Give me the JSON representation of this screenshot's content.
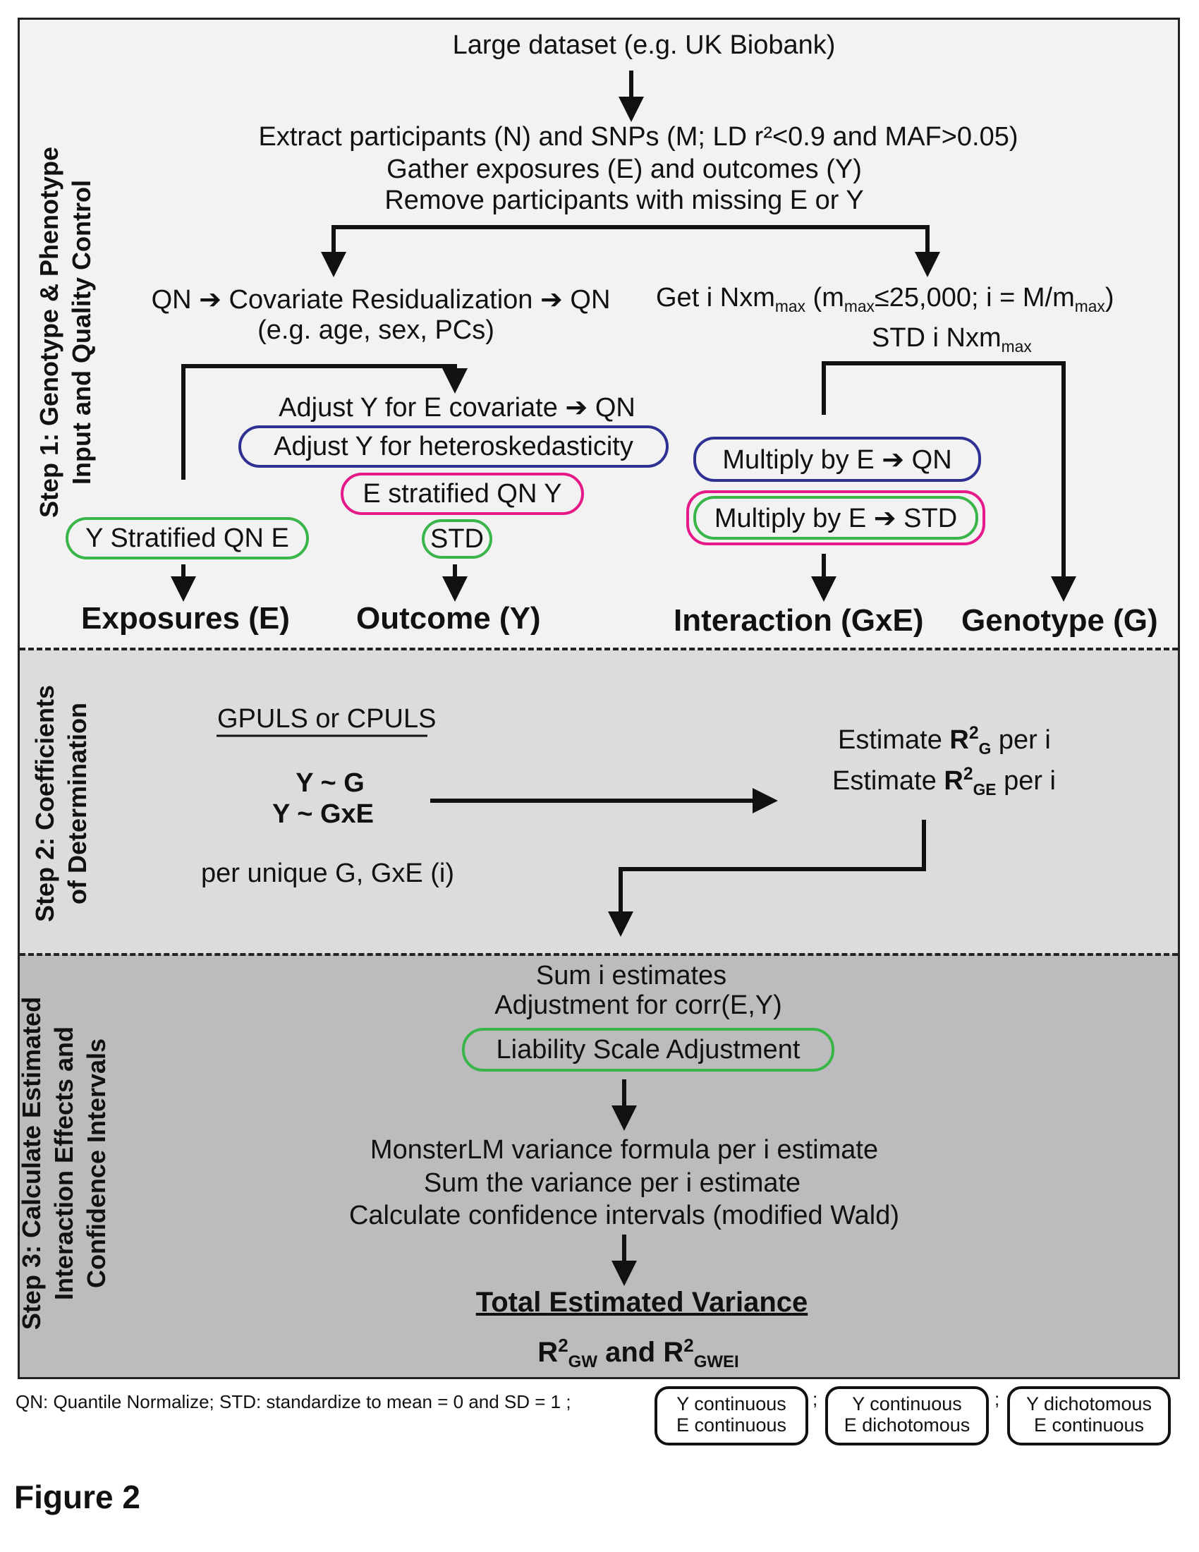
{
  "step1": {
    "side_title_line1": "Step 1: Genotype & Phenotype",
    "side_title_line2": "Input and Quality Control",
    "dataset": "Large dataset (e.g. UK Biobank)",
    "extract_line1": "Extract participants (N) and SNPs (M; LD r²<0.9 and MAF>0.05)",
    "extract_line2": "Gather exposures (E) and outcomes (Y)",
    "extract_line3": "Remove participants with missing E or Y",
    "left_process": "QN ➔ Covariate Residualization ➔ QN",
    "left_process_note": "(e.g. age, sex, PCs)",
    "right_process_line1": "Get i Nxm",
    "right_sub_max": "max",
    "right_process_line1b": " (m",
    "right_process_line1c": "≤25,000; i = M/m",
    "right_process_line1d": ")",
    "right_process_line2": "STD i Nxm",
    "adjust_e": "Adjust Y for E covariate ➔ QN",
    "adjust_hetero": "Adjust Y for heteroskedasticity",
    "e_strat": "E stratified QN Y",
    "std": "STD",
    "y_strat": "Y Stratified QN E",
    "mult_qn": "Multiply by E ➔ QN",
    "mult_std": "Multiply by E ➔ STD",
    "out_exposures": "Exposures (E)",
    "out_outcome": "Outcome (Y)",
    "out_interaction": "Interaction (GxE)",
    "out_genotype": "Genotype (G)"
  },
  "step2": {
    "side_title_line1": "Step 2:  Coefficients",
    "side_title_line2": "of Determination",
    "method": "GPULS or CPULS",
    "model1": "Y ~ G",
    "model2": "Y ~ GxE",
    "per_unique": "per unique G, GxE (i)",
    "est_g_pre": "Estimate ",
    "est_g_r": "R",
    "est_g_sup": "2",
    "est_g_sub": "G",
    "est_g_post": " per i",
    "est_ge_sub": "GE"
  },
  "step3": {
    "side_title_line1": "Step 3: Calculate Estimated",
    "side_title_line2": "Interaction Effects and",
    "side_title_line3": "Confidence Intervals",
    "sum_i": "Sum i estimates",
    "adj_corr": "Adjustment for corr(E,Y)",
    "liability": "Liability Scale Adjustment",
    "monster": "MonsterLM variance formula per i estimate",
    "sum_var": "Sum the variance per i estimate",
    "calc_ci": "Calculate confidence intervals (modified Wald)",
    "total": "Total Estimated Variance",
    "r": "R",
    "sup2": "2",
    "sub_gw": "GW",
    "and": " and ",
    "sub_gwei": "GWEI"
  },
  "legend": {
    "note": "QN: Quantile Normalize; STD: standardize to mean = 0 and SD = 1 ;",
    "sep": ";",
    "blue_l1": "Y continuous",
    "blue_l2": "E continuous",
    "pink_l1": "Y continuous",
    "pink_l2": "E dichotomous",
    "green_l1": "Y dichotomous",
    "green_l2": "E continuous"
  },
  "figure_label": "Figure 2",
  "colors": {
    "blue": "#2e3192",
    "pink": "#e6198a",
    "green": "#3ab54a",
    "band1": "#f2f2f3",
    "band2": "#dcdcde",
    "band3": "#bcbcbf"
  }
}
